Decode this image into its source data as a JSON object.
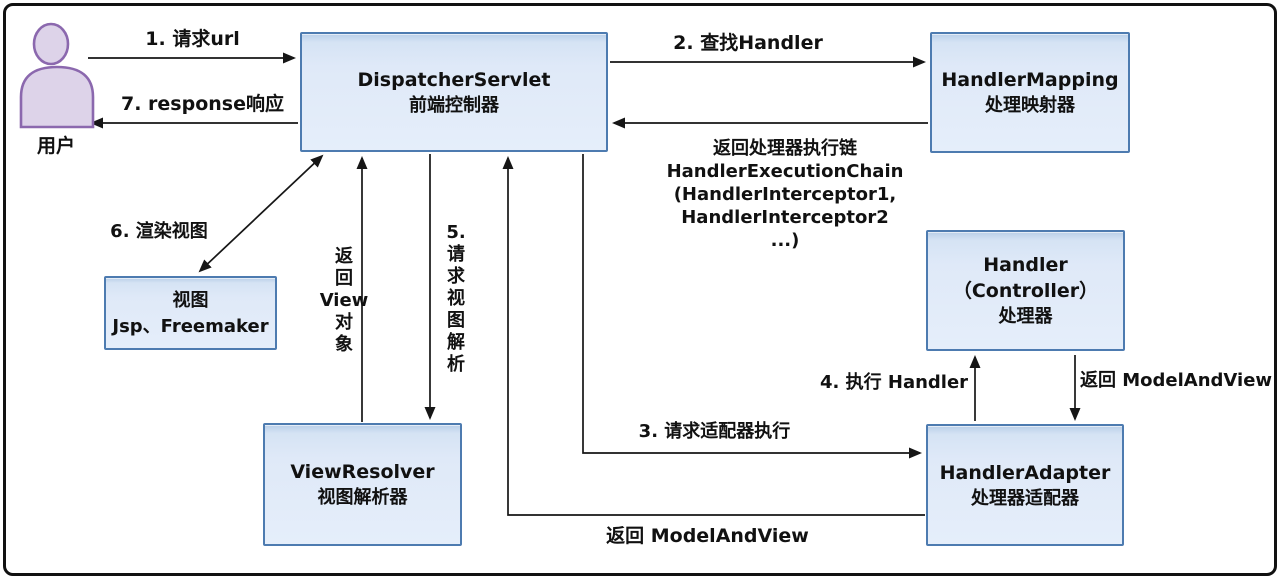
{
  "actor": {
    "user_label": "用户",
    "icon": "person-icon",
    "fill": "#ddd3e9",
    "stroke": "#8b68ae"
  },
  "nodes": {
    "dispatcher": {
      "title": "DispatcherServlet",
      "subtitle": "前端控制器"
    },
    "handler_mapping": {
      "title": "HandlerMapping",
      "subtitle": "处理映射器"
    },
    "handler": {
      "title": "Handler（Controller）",
      "subtitle": "处理器"
    },
    "handler_adapter": {
      "title": "HandlerAdapter",
      "subtitle": "处理器适配器"
    },
    "view_resolver": {
      "title": "ViewResolver",
      "subtitle": "视图解析器"
    },
    "view": {
      "title": "视图",
      "subtitle": "Jsp、Freemaker"
    }
  },
  "edges": {
    "request_url": "1. 请求url",
    "response": "7. response响应",
    "find_handler": "2. 查找Handler",
    "execution_chain_lines": [
      "返回处理器执行链",
      "HandlerExecutionChain",
      "(HandlerInterceptor1,",
      "HandlerInterceptor2",
      "...)"
    ],
    "render_view": "6. 渲染视图",
    "return_view_object_lines": [
      "返",
      "回",
      "View",
      "对",
      "象"
    ],
    "request_view_resolve_lines": [
      "5.",
      "请",
      "求",
      "视",
      "图",
      "解",
      "析"
    ],
    "request_adapter": "3. 请求适配器执行",
    "return_modelandview_bottom": "返回 ModelAndView",
    "exec_handler": "4. 执行 Handler",
    "return_modelandview_right": "返回 ModelAndView"
  },
  "colors": {
    "node_fill": "#dfe9f8",
    "node_border": "#4d7bb0",
    "line": "#161616",
    "canvas_border": "#111111",
    "background": "#ffffff"
  }
}
